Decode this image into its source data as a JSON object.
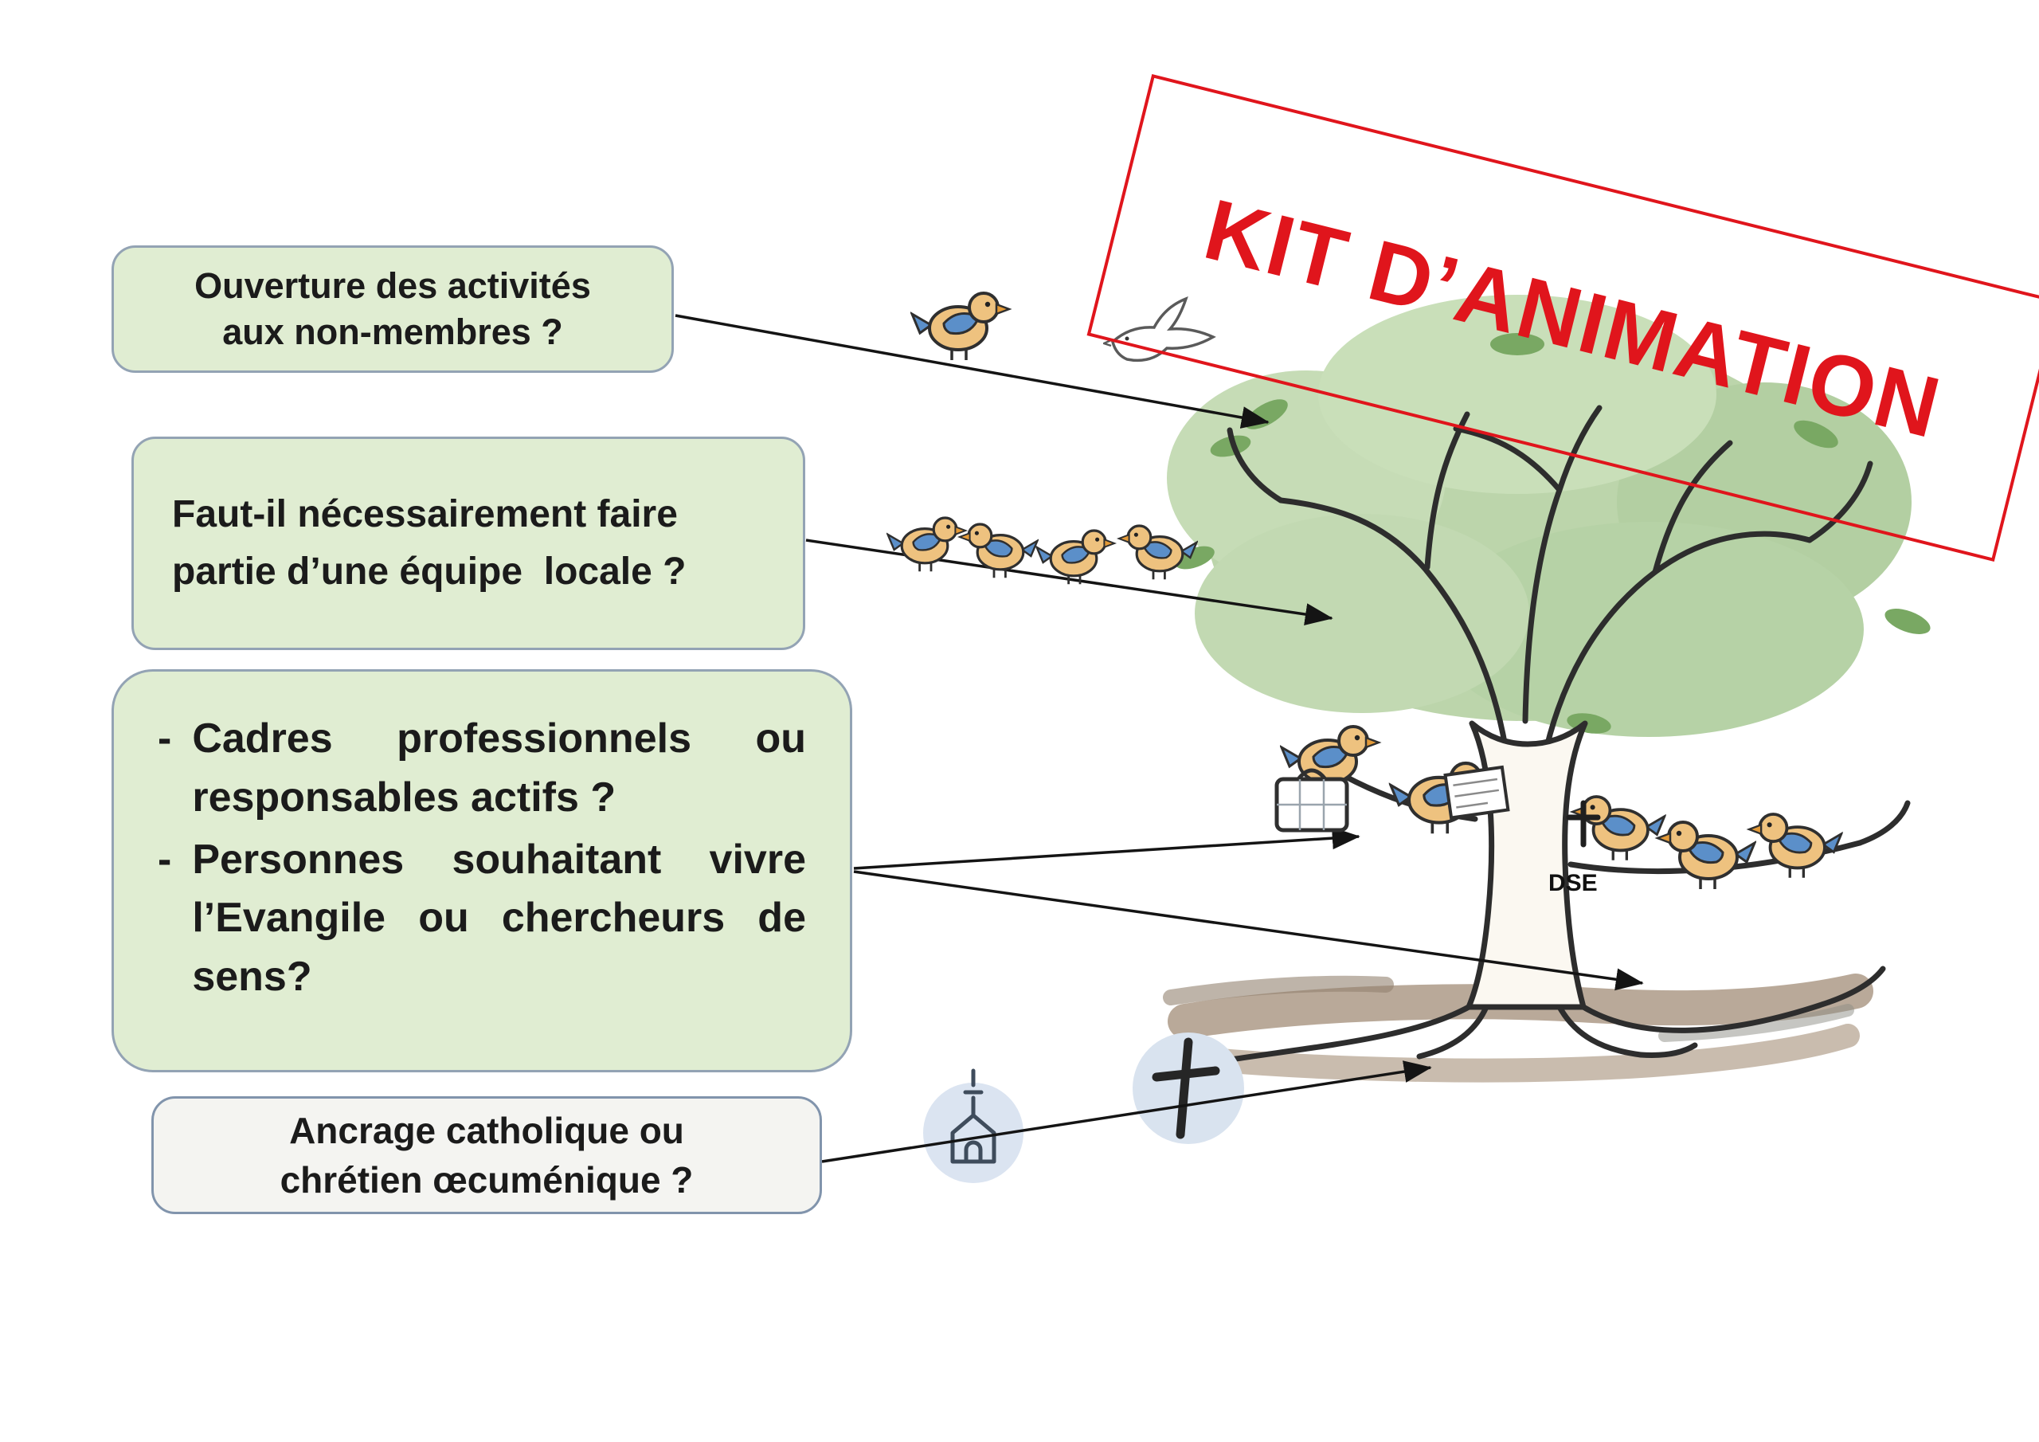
{
  "banner": {
    "label": "KIT D’ANIMATION"
  },
  "questions": {
    "openness": {
      "line1": "Ouverture des activités",
      "line2": "aux non-membres ?"
    },
    "team": {
      "line1": "Faut-il nécessairement faire",
      "line2": "partie d’une équipe  locale ?"
    },
    "audience": {
      "marker": "-",
      "item1": "Cadres professionnels ou responsables actifs ?",
      "item2": "Personnes souhaitant vivre l’Evangile ou chercheurs de sens?"
    },
    "anchoring": {
      "line1": "Ancrage catholique ou",
      "line2": "chrétien œcuménique ?"
    }
  },
  "illustration": {
    "dse_label": "DSE",
    "icons": [
      "bird-icon",
      "dove-icon",
      "tree-illustration",
      "briefcase-icon",
      "paper-icon",
      "church-icon",
      "cross-icon"
    ]
  },
  "colors": {
    "box_green": "#e0edd2",
    "box_gray": "#f4f4f1",
    "box_border": "#93a3b4",
    "banner_red": "#e0151c",
    "arrow": "#141414",
    "foliage": "#bcd5ab",
    "bird_blue": "#5b8fc9",
    "bird_tan": "#eec27f",
    "ground": "#a8937f",
    "icon_circle": "#dbe4f1"
  }
}
